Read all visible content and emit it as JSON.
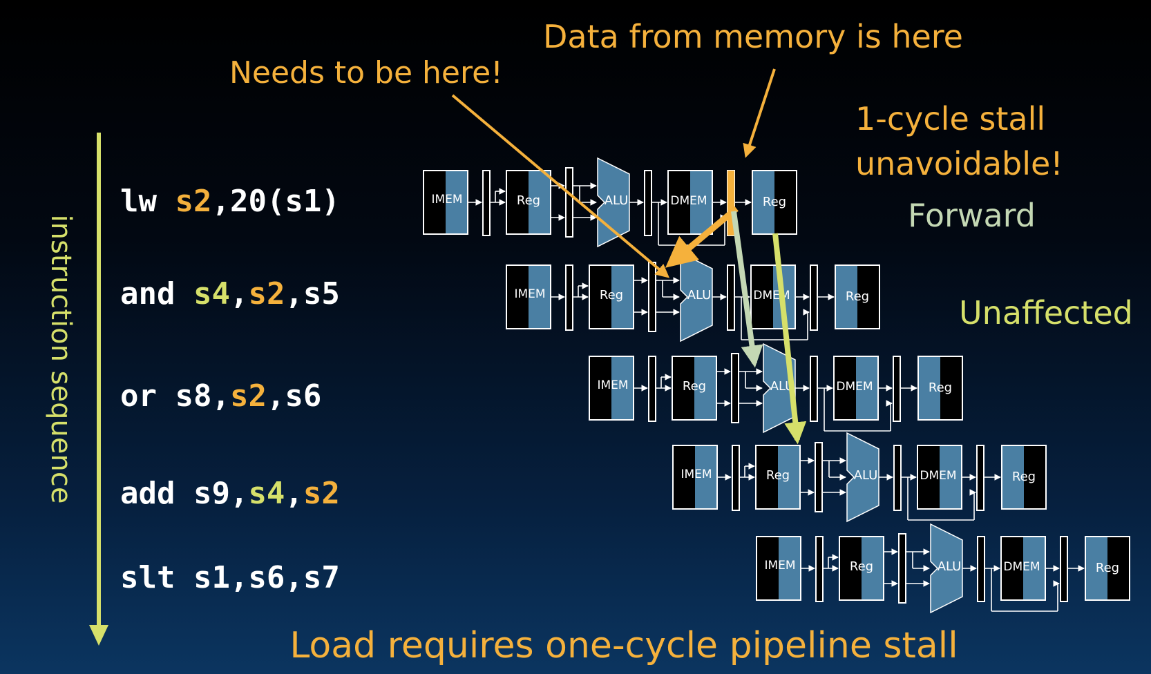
{
  "callouts": {
    "needs_here": "Needs to be here!",
    "data_from_memory": "Data from memory is here",
    "stall_line1": "1-cycle stall",
    "stall_line2": "unavoidable!",
    "forward": "Forward",
    "unaffected": "Unaffected"
  },
  "axis_label": "instruction sequence",
  "instructions": [
    {
      "parts": [
        {
          "t": "lw ",
          "c": "white"
        },
        {
          "t": "s2",
          "c": "orange"
        },
        {
          "t": ",20(s1)",
          "c": "white"
        }
      ]
    },
    {
      "parts": [
        {
          "t": "and ",
          "c": "white"
        },
        {
          "t": "s4",
          "c": "lime"
        },
        {
          "t": ",",
          "c": "white"
        },
        {
          "t": "s2",
          "c": "orange"
        },
        {
          "t": ",s5",
          "c": "white"
        }
      ]
    },
    {
      "parts": [
        {
          "t": "or s8,",
          "c": "white"
        },
        {
          "t": "s2",
          "c": "orange"
        },
        {
          "t": ",s6",
          "c": "white"
        }
      ]
    },
    {
      "parts": [
        {
          "t": "add s9,",
          "c": "white"
        },
        {
          "t": "s4",
          "c": "lime"
        },
        {
          "t": ",",
          "c": "white"
        },
        {
          "t": "s2",
          "c": "orange"
        }
      ]
    },
    {
      "parts": [
        {
          "t": "slt s1,s6,s7",
          "c": "white"
        }
      ]
    }
  ],
  "stage_labels": {
    "imem": "IMEM",
    "reg": "Reg",
    "alu": "ALU",
    "dmem": "DMEM"
  },
  "footer": "Load requires one-cycle pipeline stall",
  "colors": {
    "orange": "#f5b13c",
    "lime": "#d6e06a",
    "forward_green": "#c4d8b4",
    "stage_blue": "#4a7fa3",
    "background_top": "#000000",
    "background_bottom": "#0b3560"
  }
}
